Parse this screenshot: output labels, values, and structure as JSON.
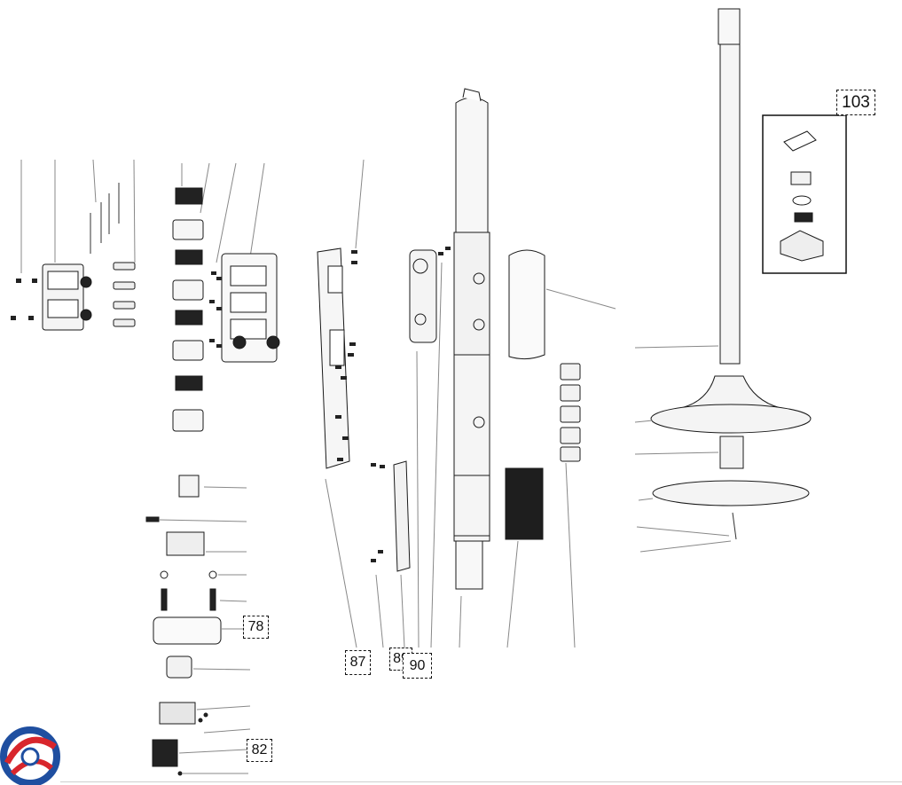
{
  "callouts": {
    "c78": "78",
    "c82": "82",
    "c87": "87",
    "c89": "89",
    "c90": "90",
    "c103": "103"
  },
  "icons": {
    "logo": "brand-swirl-logo"
  },
  "colors": {
    "line": "#1a1a1a",
    "logo_blue": "#1f4fa0",
    "logo_red": "#d8262c"
  }
}
